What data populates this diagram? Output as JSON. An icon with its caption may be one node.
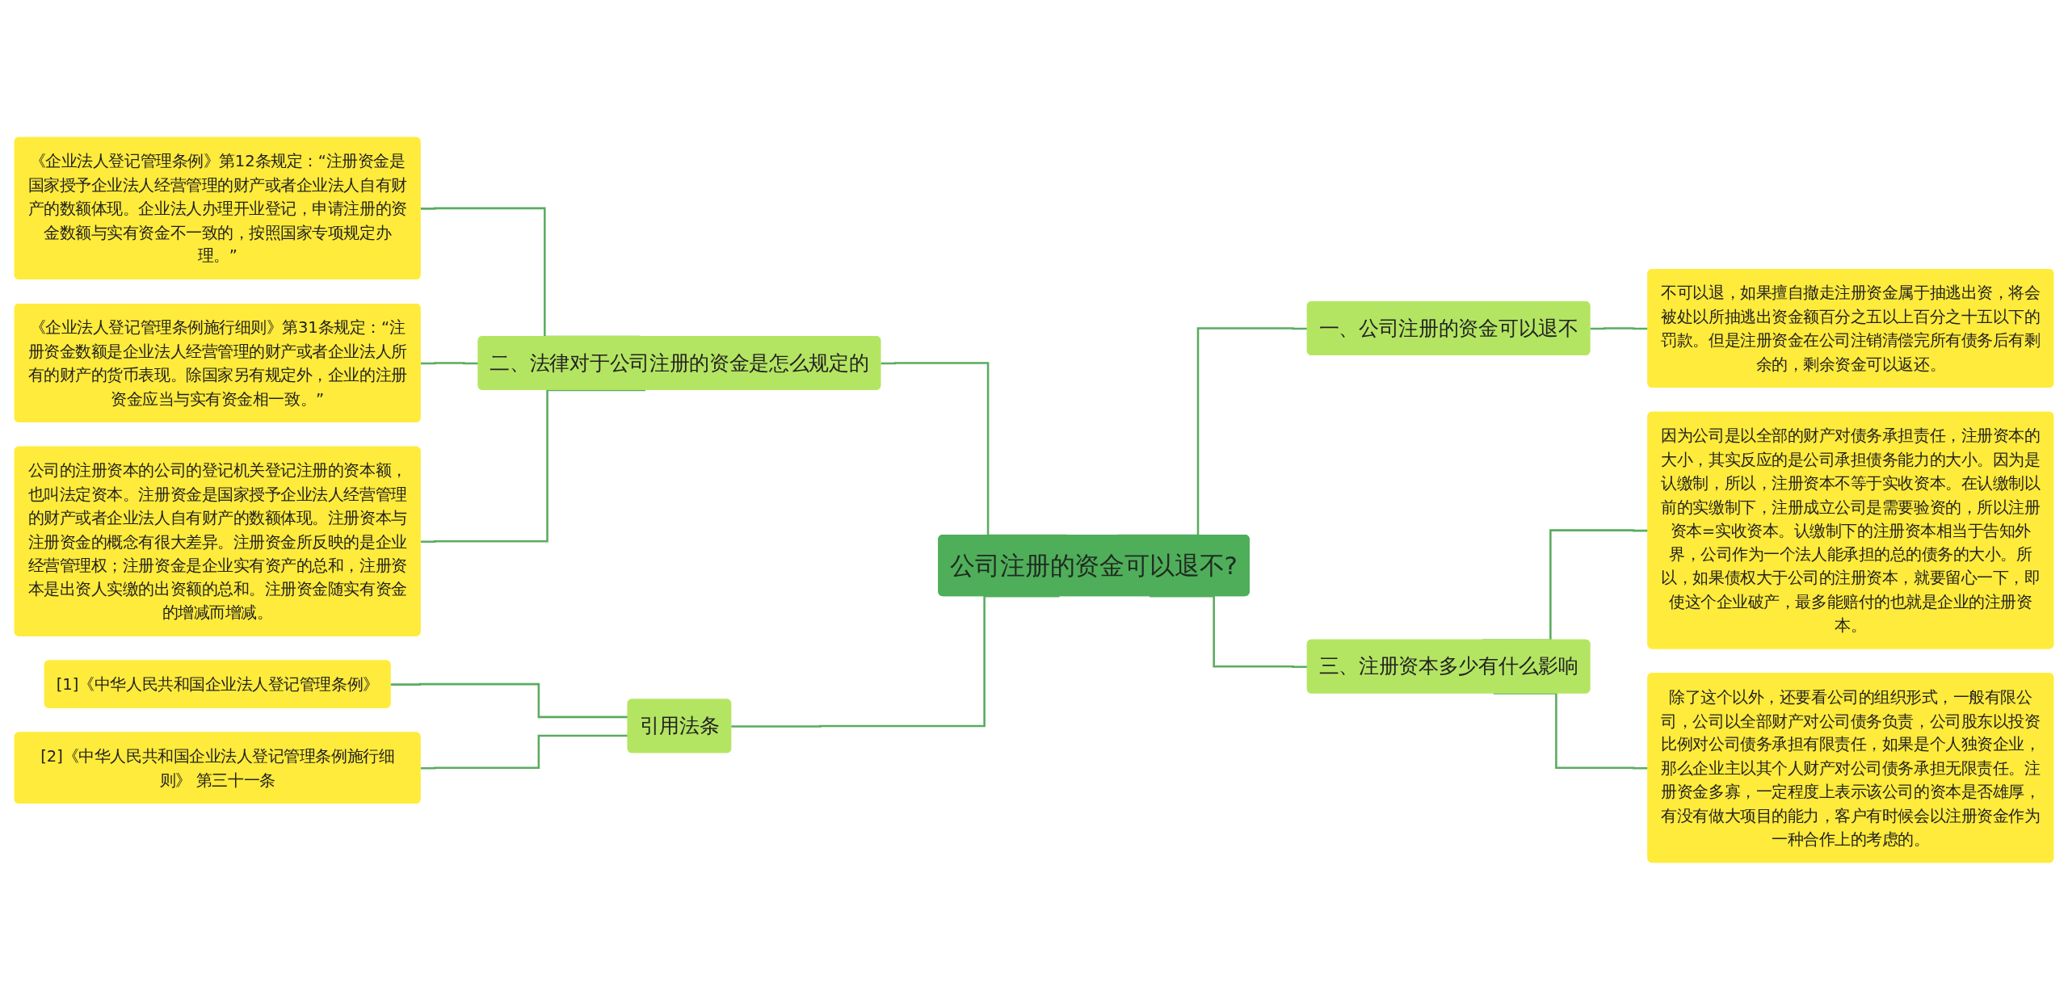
{
  "diagram": {
    "nodes": [
      {
        "text": [
          "公司注册的资金可以退不?"
        ]
      },
      {
        "text": [
          "二、法律对于公司注册的资金是怎么规定的"
        ]
      },
      {
        "text": [
          "《企业法人登记管理条例》第12条规定：“注册资金是国家授予企业法人经营管理的财产或者企业法人自有财产的数额体现。企业法人办理开业登记，申请注册的资金数额与实有资金不一致的，按照国家专项规定办理。”"
        ]
      },
      {
        "text": [
          "《企业法人登记管理条例施行细则》第31条规定：“注册资金数额是企业法人经营管理的财产或者企业法人所有的财产的货币表现。除国家另有规定外，企业的注册资金应当与实有资金相一致。”"
        ]
      },
      {
        "text": [
          "公司的注册资本的公司的登记机关登记注册的资本额，也叫法定资本。注册资金是国家授予企业法人经营管理的财产或者企业法人自有财产的数额体现。注册资本与注册资金的概念有很大差异。注册资金所反映的是企业经营管理权；注册资金是企业实有资产的总和，注册资本是出资人实缴的出资额的总和。注册资金随实有资金的增减而增减。"
        ]
      },
      {
        "text": [
          "引用法条"
        ]
      },
      {
        "text": [
          "[1]《中华人民共和国企业法人登记管理条例》"
        ]
      },
      {
        "text": [
          "[2]《中华人民共和国企业法人登记管理条例施行细则》 第三十一条"
        ]
      },
      {
        "text": [
          "一、公司注册的资金可以退不"
        ]
      },
      {
        "text": [
          "不可以退，如果擅自撤走注册资金属于抽逃出资，将会被处以所抽逃出资金额百分之五以上百分之十五以下的罚款。但是注册资金在公司注销清偿完所有债务后有剩余的，剩余资金可以返还。"
        ]
      },
      {
        "text": [
          "三、注册资本多少有什么影响"
        ]
      },
      {
        "text": [
          "因为公司是以全部的财产对债务承担责任，注册资本的大小，其实反应的是公司承担债务能力的大小。因为是认缴制，所以，注册资本不等于实收资本。在认缴制以前的实缴制下，注册成立公司是需要验资的，所以注册资本=实收资本。认缴制下的注册资本相当于告知外界，公司作为一个法人能承担的总的债务的大小。所以，如果债权大于公司的注册资本，就要留心一下，即使这个企业破产，最多能赔付的也就是企业的注册资本。"
        ]
      },
      {
        "text": [
          "除了这个以外，还要看公司的组织形式，一般有限公司，公司以全部财产对公司债务负责，公司股东以投资比例对公司债务承担有限责任，如果是个人独资企业，那么企业主以其个人财产对公司债务承担无限责任。注册资金多寡，一定程度上表示该公司的资本是否雄厚，有没有做大项目的能力，客户有时候会以注册资金作为一种合作上的考虑的。"
        ]
      }
    ],
    "edges": [
      {
        "from": 0,
        "to": 1,
        "arrow": "none"
      },
      {
        "from": 1,
        "to": 2,
        "arrow": "none"
      },
      {
        "from": 1,
        "to": 3,
        "arrow": "none"
      },
      {
        "from": 1,
        "to": 4,
        "arrow": "none"
      },
      {
        "from": 0,
        "to": 5,
        "arrow": "none"
      },
      {
        "from": 5,
        "to": 6,
        "arrow": "none"
      },
      {
        "from": 5,
        "to": 7,
        "arrow": "none"
      },
      {
        "from": 0,
        "to": 8,
        "arrow": "none"
      },
      {
        "from": 8,
        "to": 9,
        "arrow": "none"
      },
      {
        "from": 0,
        "to": 10,
        "arrow": "none"
      },
      {
        "from": 10,
        "to": 11,
        "arrow": "none"
      },
      {
        "from": 10,
        "to": 12,
        "arrow": "none"
      }
    ]
  }
}
